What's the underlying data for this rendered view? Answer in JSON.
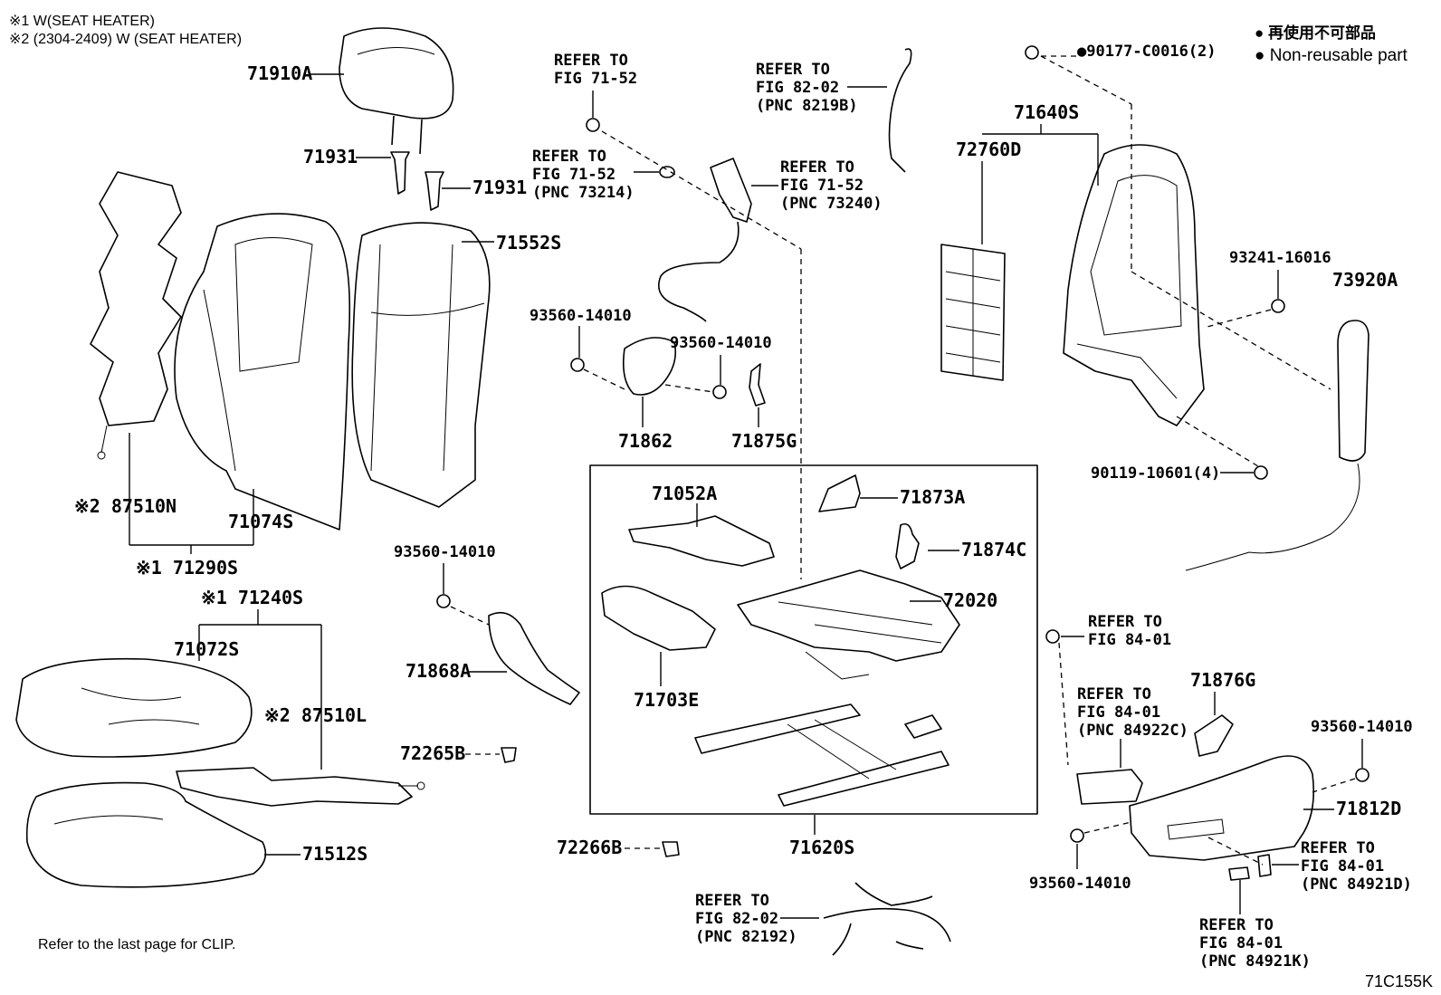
{
  "notes": {
    "w1": "※1 W(SEAT HEATER)",
    "w2": "※2 (2304-2409) W (SEAT HEATER)",
    "legend_jp": "● 再使用不可部品",
    "legend_en": "● Non-reusable part",
    "clip": "Refer to the last page for CLIP.",
    "fig_id": "71C155K"
  },
  "parts": {
    "p71910A": "71910A",
    "p71931a": "71931",
    "p71931b": "71931",
    "p71552S": "71552S",
    "p87510N": "※2 87510N",
    "p71074S": "71074S",
    "p71290S": "※1 71290S",
    "p71240S": "※1 71240S",
    "p71072S": "71072S",
    "p87510L": "※2 87510L",
    "p71512S": "71512S",
    "p93560a": "93560-14010",
    "p93560b": "93560-14010",
    "p71862": "71862",
    "p71875G": "71875G",
    "p93560c": "93560-14010",
    "p71868A": "71868A",
    "p72265B": "72265B",
    "p72266B": "72266B",
    "p71052A": "71052A",
    "p71873A": "71873A",
    "p71874C": "71874C",
    "p72020": "72020",
    "p71703E": "71703E",
    "p71620S": "71620S",
    "p90177": "●90177-C0016(2)",
    "p71640S": "71640S",
    "p72760D": "72760D",
    "p93241": "93241-16016",
    "p73920A": "73920A",
    "p90119": "90119-10601(4)",
    "p71876G": "71876G",
    "p93560d": "93560-14010",
    "p71812D": "71812D",
    "p93560e": "93560-14010"
  },
  "refs": {
    "r1": [
      "REFER TO",
      "FIG 71-52"
    ],
    "r2": [
      "REFER TO",
      "FIG 71-52",
      "(PNC 73214)"
    ],
    "r3": [
      "REFER TO",
      "FIG 82-02",
      "(PNC 8219B)"
    ],
    "r4": [
      "REFER TO",
      "FIG 71-52",
      "(PNC 73240)"
    ],
    "r5": [
      "REFER TO",
      "FIG 84-01"
    ],
    "r6": [
      "REFER TO",
      "FIG 84-01",
      "(PNC 84922C)"
    ],
    "r7": [
      "REFER TO",
      "FIG 84-01",
      "(PNC 84921D)"
    ],
    "r8": [
      "REFER TO",
      "FIG 84-01",
      "(PNC 84921K)"
    ],
    "r9": [
      "REFER TO",
      "FIG 82-02",
      "(PNC 82192)"
    ]
  }
}
